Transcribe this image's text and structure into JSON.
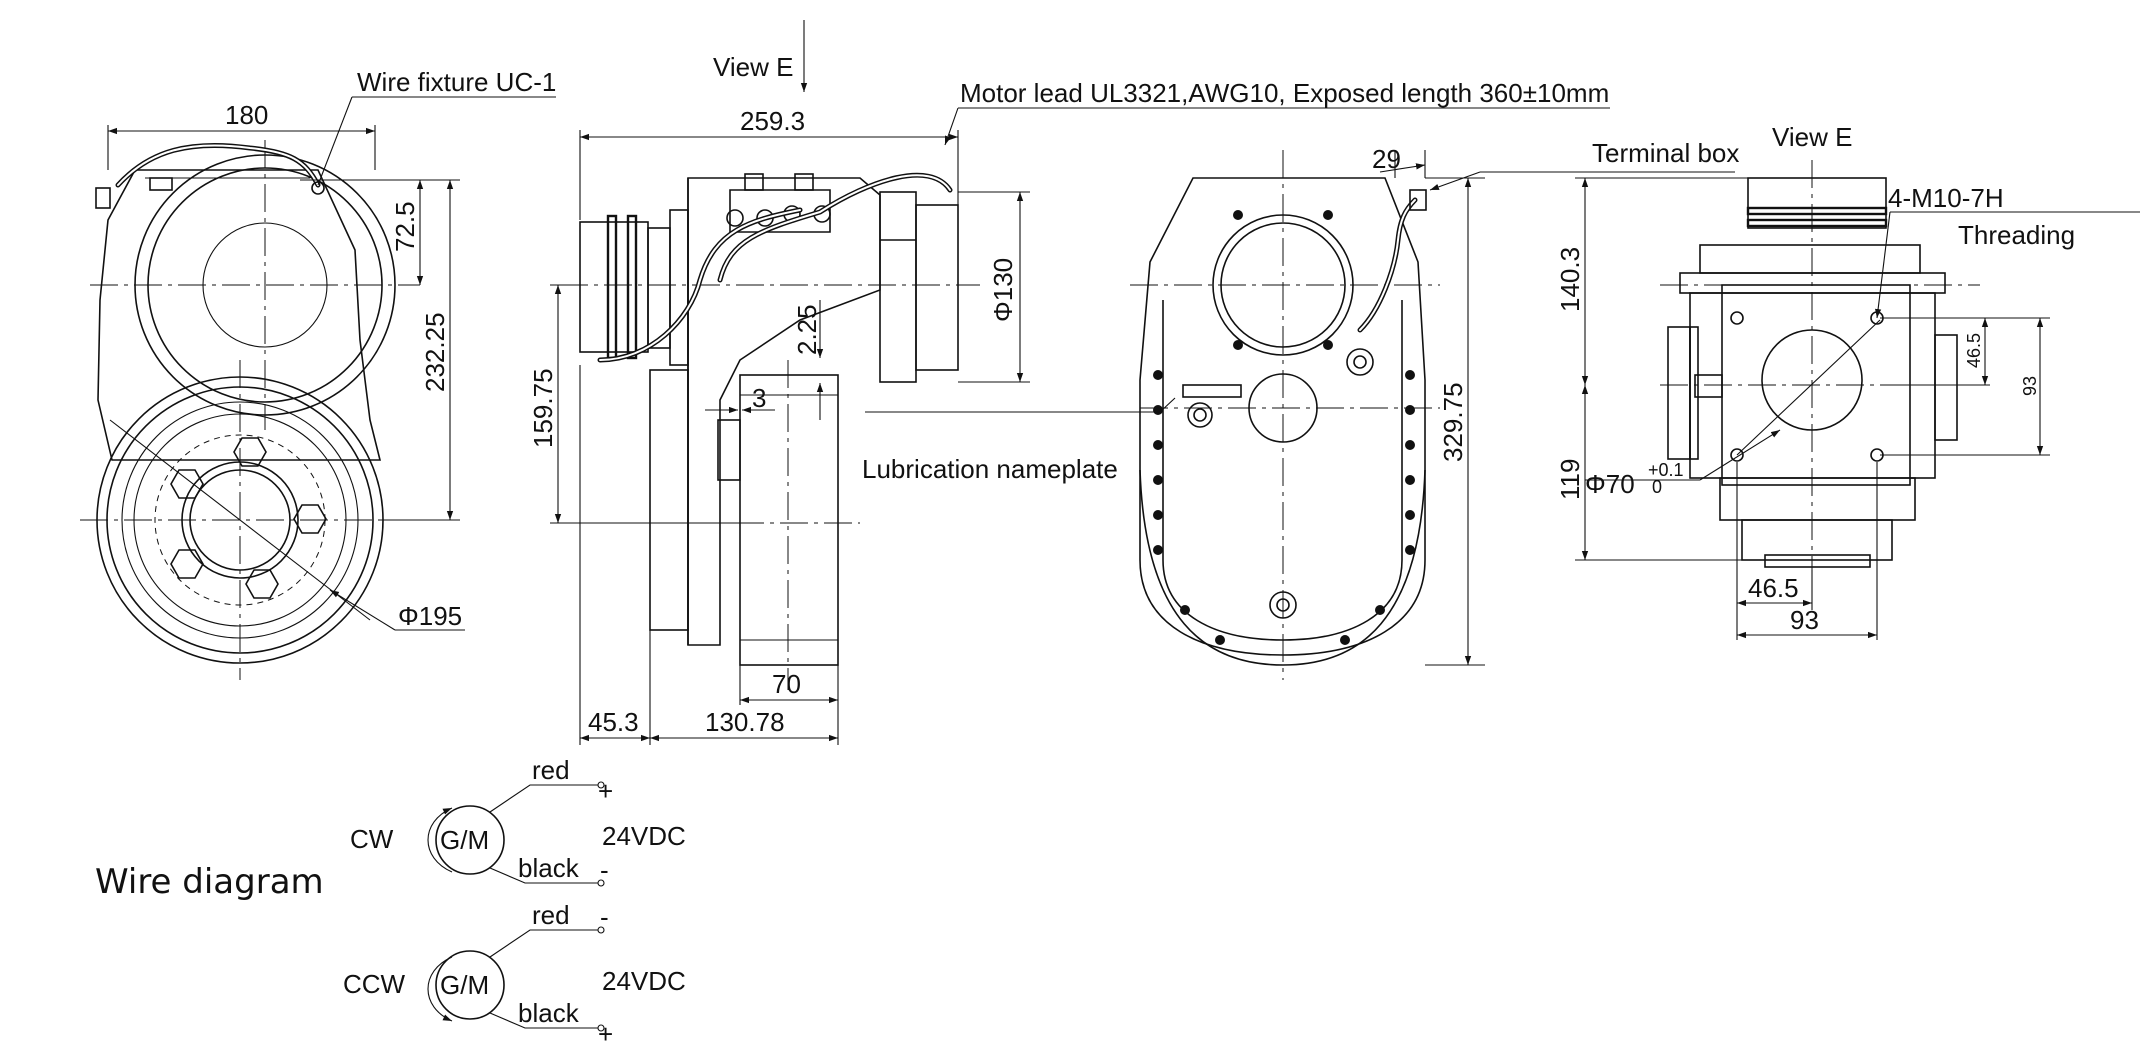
{
  "labels": {
    "wire_fixture": "Wire fixture UC-1",
    "view_e_arrow": "View E",
    "motor_lead": "Motor lead UL3321,AWG10, Exposed length 360±10mm",
    "terminal_box": "Terminal box",
    "view_e_title": "View E",
    "thread_spec": "4-M10-7H",
    "threading": "Threading",
    "lubrication": "Lubrication nameplate"
  },
  "dimensions": {
    "front_width": "180",
    "front_top": "72.5",
    "front_height": "232.25",
    "wheel_dia": "Φ195",
    "side_length": "259.3",
    "motor_dia": "Φ130",
    "offset_225": "2.25",
    "offset_3": "3",
    "axle_height": "159.75",
    "wheel_width": "70",
    "left_offset": "45.3",
    "total_depth": "130.78",
    "terminal_29": "29",
    "rear_height": "329.75",
    "top_height": "140.3",
    "bottom_height": "119",
    "bore_dia": "Φ70",
    "bore_tol_upper": "+0.1",
    "bore_tol_lower": "0",
    "hole_pitch_half_v": "46.5",
    "hole_pitch_v": "93",
    "hole_pitch_half_h": "46.5",
    "hole_pitch_h": "93"
  },
  "wire_diagram": {
    "title": "Wire diagram",
    "cw": {
      "direction": "CW",
      "motor": "G/M",
      "top_wire": "red",
      "top_sign": "+",
      "bottom_wire": "black",
      "bottom_sign": "-",
      "voltage": "24VDC"
    },
    "ccw": {
      "direction": "CCW",
      "motor": "G/M",
      "top_wire": "red",
      "top_sign": "-",
      "bottom_wire": "black",
      "bottom_sign": "+",
      "voltage": "24VDC"
    }
  }
}
